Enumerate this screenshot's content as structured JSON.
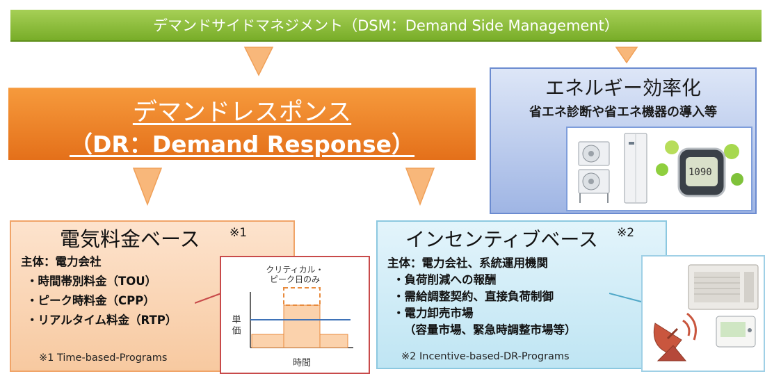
{
  "banner": {
    "label": "デマンドサイドマネジメント（DSM：Demand Side Management）"
  },
  "dr": {
    "title": "デマンドレスポンス",
    "subtitle": "（DR：Demand Response）"
  },
  "energy_efficiency": {
    "title": "エネルギー効率化",
    "subtitle": "省エネ診断や省エネ機器の導入等"
  },
  "rate_based": {
    "title": "電気料金ベース",
    "note_mark": "※1",
    "owner": "主体：電力会社",
    "items": [
      "・時間帯別料金（TOU）",
      "・ピーク時料金（CPP）",
      "・リアルタイム料金（RTP）"
    ],
    "footnote": "※1 Time-based-Programs"
  },
  "chart": {
    "annotation_line1": "クリティカル・",
    "annotation_line2": "ピーク日のみ",
    "ylabel_line1": "単",
    "ylabel_line2": "価",
    "xlabel": "時間"
  },
  "incentive_based": {
    "title": "インセンティブベース",
    "note_mark": "※2",
    "owner": "主体：電力会社、系統運用機関",
    "items": [
      "・負荷削減への報酬",
      "・需給調整契約、直接負荷制御",
      "・電力卸売市場"
    ],
    "item_detail": "（容量市場、緊急時調整市場等）",
    "footnote": "※2 Incentive-based-DR-Programs"
  },
  "colors": {
    "banner": "#8cbf3f",
    "dr": "#ee8a2e",
    "energy_efficiency": "#c3d1f0",
    "rate_based": "#fbd7b8",
    "incentive_based": "#d3edf8",
    "arrow": "#f8b77a",
    "flat_rate_line": "#3f73b8",
    "chart_bar": "#fbd2ac",
    "connector_red": "#c84a4a",
    "connector_blue": "#4fa7c7"
  },
  "icons": [
    "arrow-down-icon",
    "outdoor-unit-icon",
    "heat-pump-tank-icon",
    "smart-meter-icon",
    "air-conditioner-icon",
    "thermostat-icon",
    "satellite-dish-icon"
  ]
}
